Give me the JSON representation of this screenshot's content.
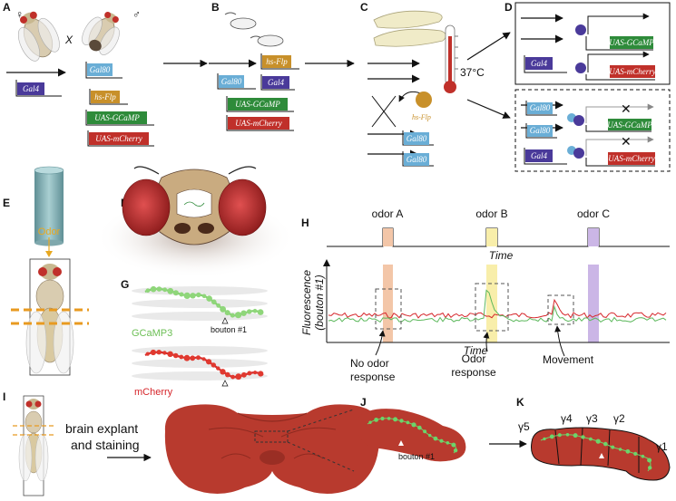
{
  "panels": {
    "A": "A",
    "B": "B",
    "C": "C",
    "D": "D",
    "E": "E",
    "F": "F",
    "G": "G",
    "H": "H",
    "I": "I",
    "J": "J",
    "K": "K"
  },
  "symbols": {
    "female": "♀",
    "male": "♂",
    "cross": "X"
  },
  "genes": {
    "gal4": "Gal4",
    "gal80": "Gal80",
    "hsflp": "hs-Flp",
    "gcamp": "UAS-GCaMP",
    "mcherry": "UAS-mCherry"
  },
  "temperature": "37°C",
  "odor_label": "Odor",
  "g_labels": {
    "gcamp": "GCaMP3",
    "mcherry": "mCherry",
    "bouton": "bouton #1"
  },
  "chart_data": {
    "type": "line",
    "stimuli": [
      "odor A",
      "odor B",
      "odor C"
    ],
    "time_label": "Time",
    "ylabel": "Fluorescence (bouton #1)",
    "ylabel_line1": "Fluorescence",
    "ylabel_line2": "(bouton #1)",
    "annotations": [
      "No odor response",
      "Odor response",
      "Movement"
    ],
    "series": [
      {
        "name": "GCaMP3",
        "color": "#5cb85c"
      },
      {
        "name": "mCherry",
        "color": "#d6262b"
      }
    ]
  },
  "i_text": {
    "line1": "brain explant",
    "line2": "and staining"
  },
  "j_label": "bouton #1",
  "k_labels": [
    "γ5",
    "γ4",
    "γ3",
    "γ2",
    "γ1"
  ],
  "colors": {
    "gal4": "#4a3a9a",
    "gal80": "#6aaed6",
    "hsflp": "#c8902a",
    "gcamp": "#2e8b3a",
    "mcherry": "#c0302a",
    "brain": "#b83a2e"
  }
}
